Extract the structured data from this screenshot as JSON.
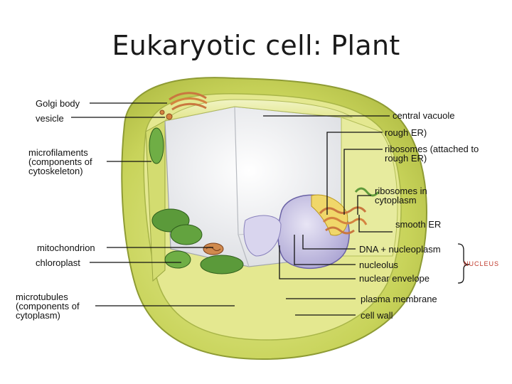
{
  "slide": {
    "title": "Eukaryotic cell: Plant"
  },
  "labels": {
    "golgi_body": "Golgi body",
    "vesicle": "vesicle",
    "microfilaments": "microfilaments (components of cytoskeleton)",
    "mitochondrion": "mitochondrion",
    "chloroplast": "chloroplast",
    "microtubules": "microtubules (components of cytoplasm)",
    "central_vacuole": "central vacuole",
    "rough_er": "rough ER)",
    "ribosomes_attached": "ribosomes (attached to rough ER)",
    "ribosomes_cytoplasm": "ribosomes in cytoplasm",
    "smooth_er": "smooth ER",
    "dna_nucleoplasm": "DNA + nucleoplasm",
    "nucleolus": "nucleolus",
    "nuclear_envelope": "nuclear envelope",
    "plasma_membrane": "plasma membrane",
    "cell_wall": "cell wall"
  },
  "nucleus_group": {
    "label": "NUCLEUS"
  },
  "colors": {
    "cell_wall": "#c8d35a",
    "cytoplasm": "#e9ec9a",
    "vacuole": "#f2f2f2",
    "chloroplast": "#5b9a3a",
    "mitochondrion": "#c9773f",
    "nucleus": "#b9b3d8",
    "nucleolus_accent": "#e0b92e",
    "golgi": "#d4833f",
    "leader_line": "#111111",
    "nucleus_label": "#c0392b"
  }
}
